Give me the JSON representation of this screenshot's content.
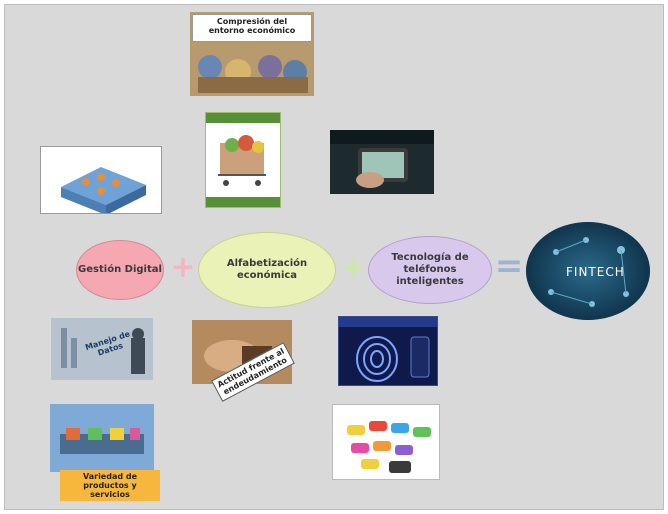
{
  "nodes": {
    "gestion": "Gestión Digital",
    "alfabetizacion": "Alfabetización económica",
    "tecnologia": "Tecnología de teléfonos inteligentes"
  },
  "operators": {
    "plus": "+",
    "equals": "="
  },
  "result": {
    "label": "FINTECH"
  },
  "captions": {
    "comprension": "Compresión del entorno económico",
    "manejo": "Manejo de Datos",
    "actitud": "Actitud frente al endeudamiento",
    "variedad": "Variedad de productos y servicios"
  },
  "colors": {
    "gestion": "#f5a7b2",
    "alfabetizacion": "#eaf2b8",
    "tecnologia": "#d7c8ec",
    "plus": "#f2b6c2",
    "plus2": "#cde6a9",
    "equals": "#9db3cf",
    "board": "#d9d9d9"
  }
}
